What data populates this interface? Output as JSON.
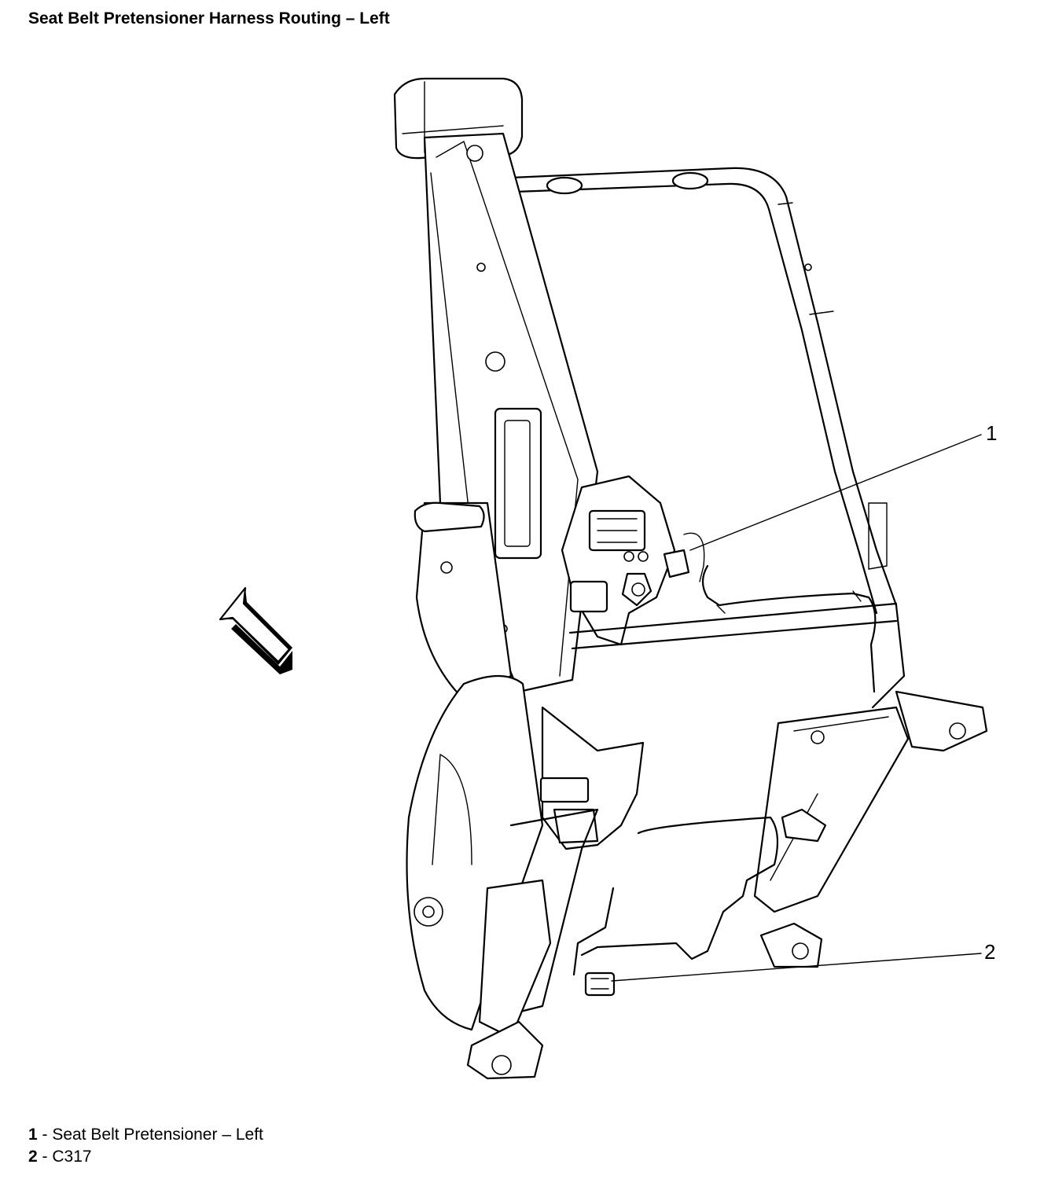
{
  "title": "Seat Belt Pretensioner Harness Routing – Left",
  "callouts": [
    {
      "num": "1",
      "separator": " - ",
      "label": "Seat Belt Pretensioner – Left"
    },
    {
      "num": "2",
      "separator": " - ",
      "label": "C317"
    }
  ],
  "icons": {
    "view_arrow": "front-direction-arrow-icon"
  }
}
